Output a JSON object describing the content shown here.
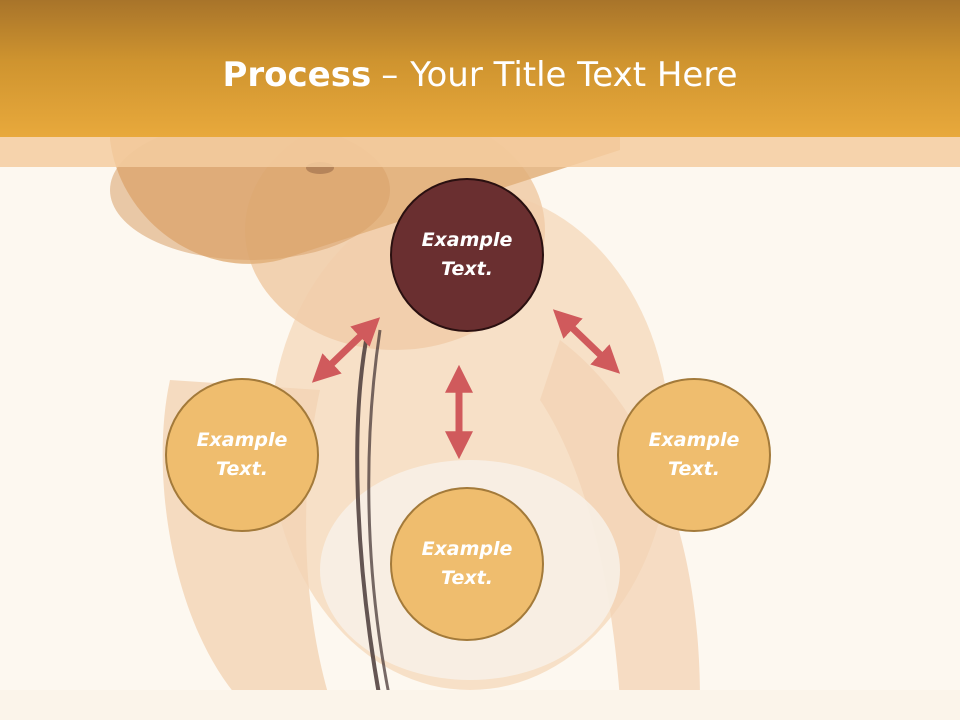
{
  "title": {
    "bold": "Process",
    "dash": "–",
    "rest": "Your Title Text Here"
  },
  "nodes": {
    "top": "Example Text.",
    "left": "Example Text.",
    "right": "Example Text.",
    "bottom": "Example Text."
  },
  "colors": {
    "title_bar": "#e8a93c",
    "top_node": "#6a2f30",
    "gold_node": "#efbd6e",
    "gold_border": "#a37a3a",
    "arrow": "#d05a5c",
    "background": "#fdf8f0"
  },
  "background_image": "faded photo of a crawling baby wearing a straw hat"
}
